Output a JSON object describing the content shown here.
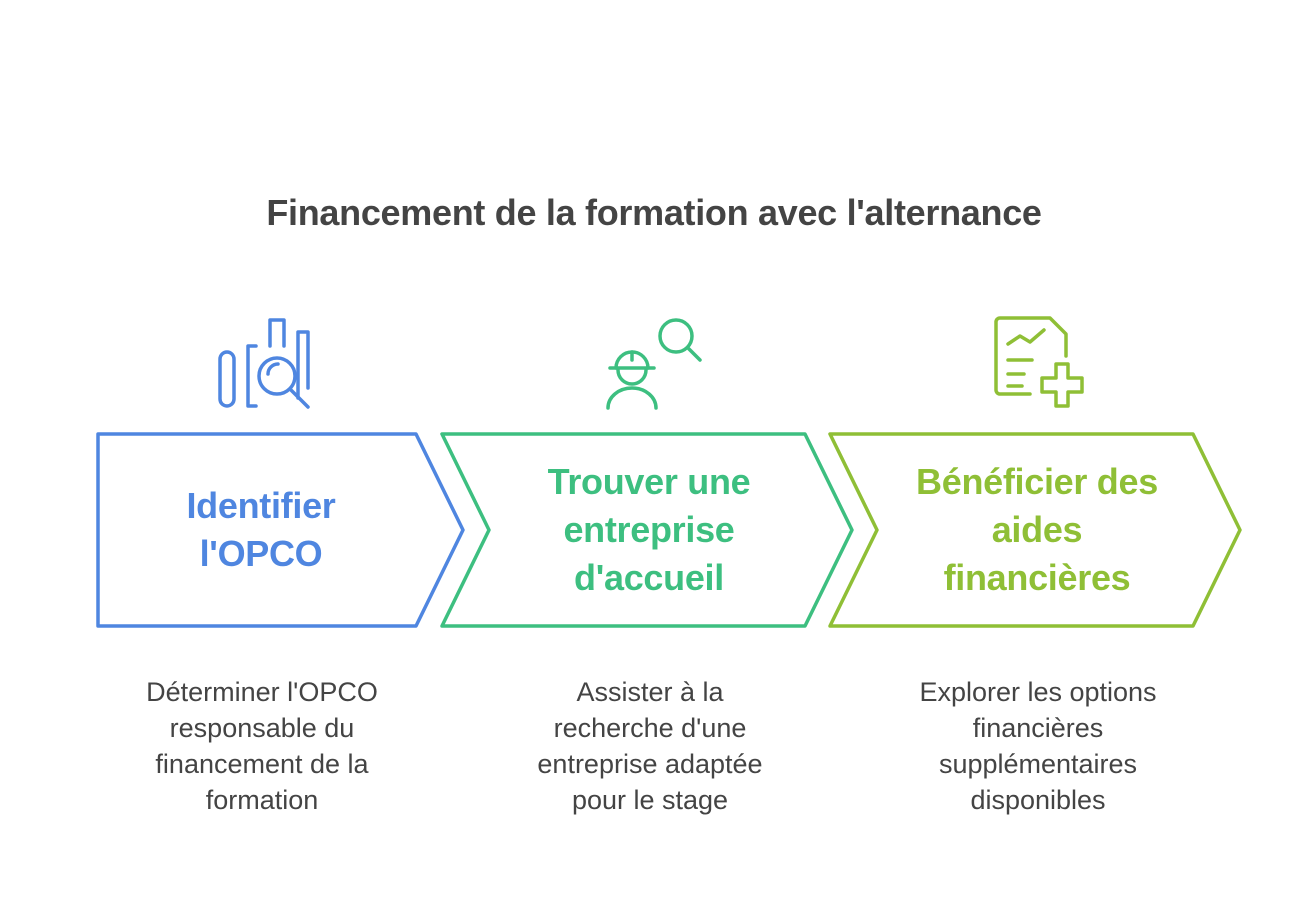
{
  "title": "Financement de la formation avec l'alternance",
  "colors": {
    "step1": "#4f86e0",
    "step2": "#3dbf80",
    "step3": "#8fbf36",
    "text": "#444444"
  },
  "steps": [
    {
      "title_lines": [
        "Identifier",
        "l'OPCO"
      ],
      "description_lines": [
        "Déterminer l'OPCO",
        "responsable du",
        "financement de la",
        "formation"
      ],
      "icon": "document-search-icon"
    },
    {
      "title_lines": [
        "Trouver une",
        "entreprise",
        "d'accueil"
      ],
      "description_lines": [
        "Assister à la",
        "recherche d'une",
        "entreprise adaptée",
        "pour le stage"
      ],
      "icon": "worker-search-icon"
    },
    {
      "title_lines": [
        "Bénéficier des",
        "aides",
        "financières"
      ],
      "description_lines": [
        "Explorer les options",
        "financières",
        "supplémentaires",
        "disponibles"
      ],
      "icon": "financial-report-plus-icon"
    }
  ]
}
